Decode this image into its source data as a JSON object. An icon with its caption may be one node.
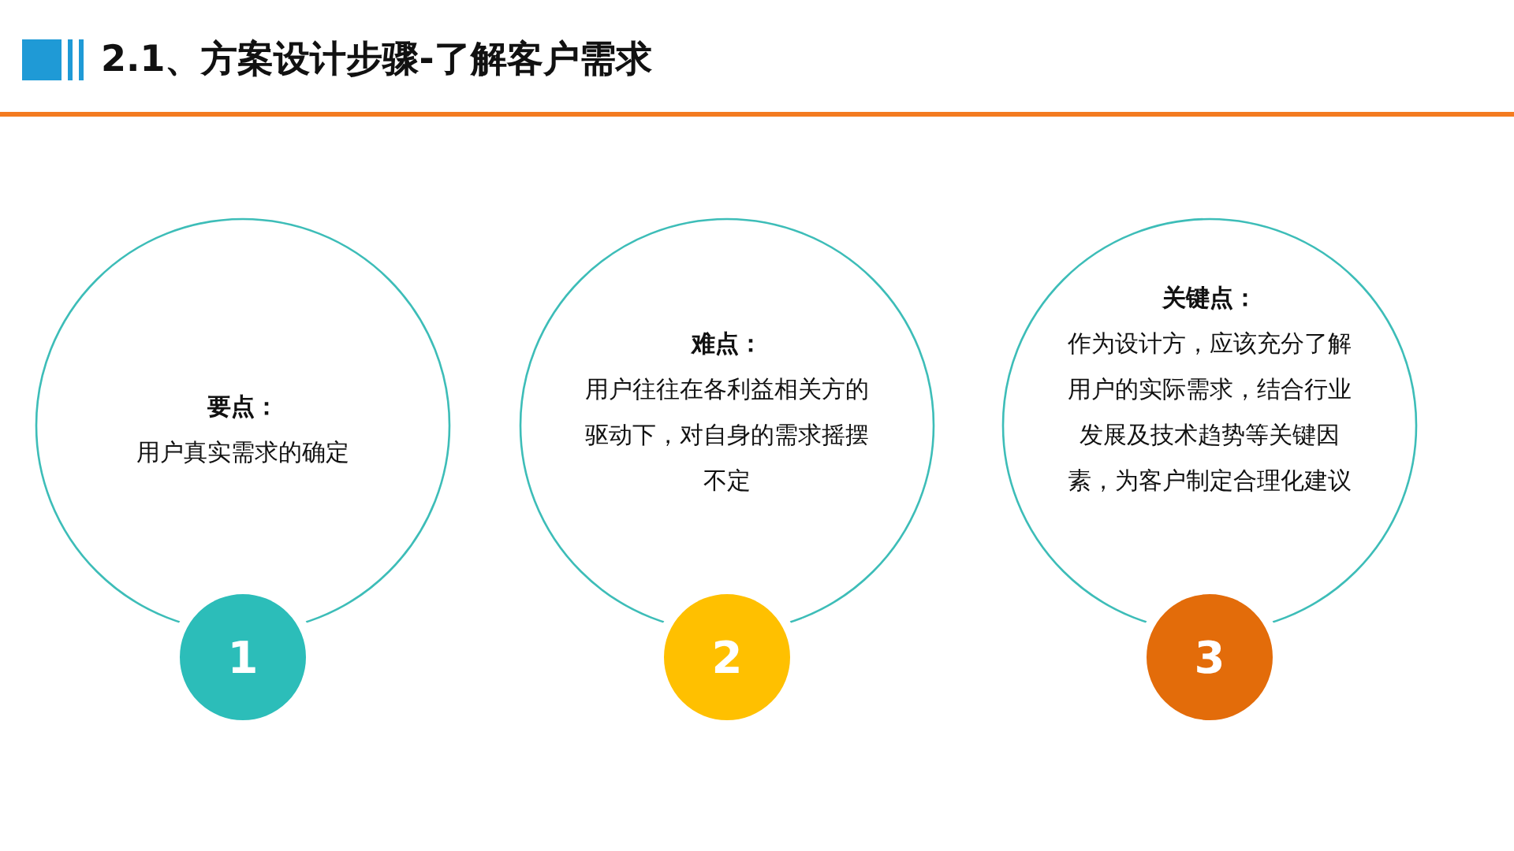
{
  "diagram": {
    "title": "2.1、方案设计步骤-了解客户需求",
    "nodes": [
      {
        "text": [
          "要点：",
          "用户真实需求的确定"
        ]
      },
      {
        "text": [
          "难点：",
          "用户往往在各利益相关方的驱动下，对自身的需求摇摆不定"
        ]
      },
      {
        "text": [
          "关键点：",
          "作为设计方，应该充分了解用户的实际需求，结合行业发展及技术趋势等关键因素，为客户制定合理化建议"
        ]
      },
      {
        "text": [
          "1"
        ]
      },
      {
        "text": [
          "2"
        ]
      },
      {
        "text": [
          "3"
        ]
      }
    ]
  }
}
